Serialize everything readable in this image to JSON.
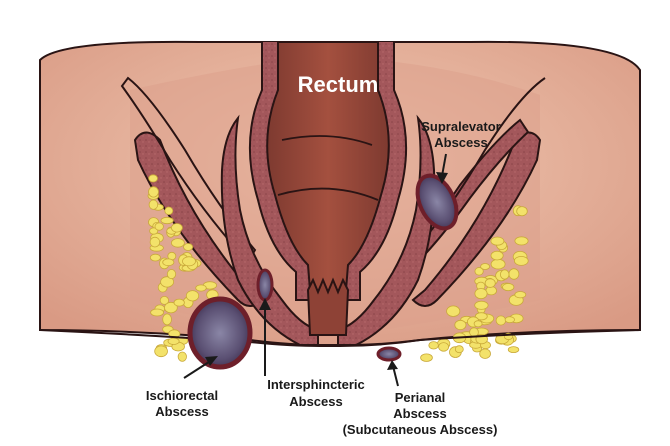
{
  "labels": {
    "rectum": "Rectum",
    "supralevator": [
      "Supralevator",
      "Abscess"
    ],
    "ischiorectal": [
      "Ischiorectal",
      "Abscess"
    ],
    "intersphincteric": [
      "Intersphincteric",
      "Abscess"
    ],
    "perianal": [
      "Perianal",
      "Abscess",
      "(Subcutaneous Abscess)"
    ]
  },
  "colors": {
    "skin": "#e9b9a2",
    "skin_shadow": "#d79884",
    "muscle": "#a5555a",
    "muscle_outline": "#3a1c1c",
    "rectum": "#9a4a3c",
    "fat": "#f3e36a",
    "abscess": "#6a5f82",
    "abscess_rim": "#6e1f2a"
  }
}
